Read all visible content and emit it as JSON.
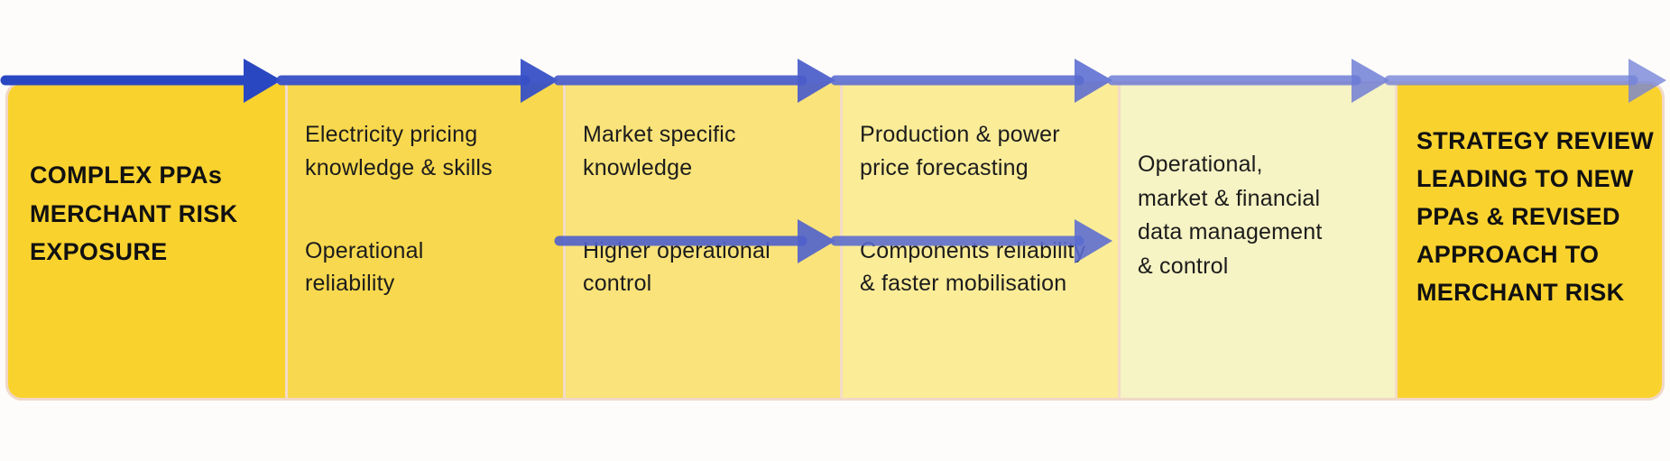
{
  "colors": {
    "arrow_dark": "#2a47c2",
    "arrow_mid": "#4f60cc",
    "arrow_light": "#7383d8",
    "panel_1": "#fad22e",
    "panel_2": "#f8d84e",
    "panel_3": "#fae37a",
    "panel_4": "#fbec98",
    "panel_5": "#f6f3c4",
    "panel_6": "#fad22e"
  },
  "stage1": {
    "line1": "COMPLEX PPAs",
    "line2a": "MERCHANT RISK",
    "line2b": "EXPOSURE"
  },
  "stage2": {
    "item1_l1": "Electricity pricing",
    "item1_l2": "knowledge & skills",
    "item2_l1": "Operational",
    "item2_l2": "reliability"
  },
  "stage3": {
    "item1_l1": "Market specific",
    "item1_l2": "knowledge",
    "item2_l1": "Higher operational",
    "item2_l2": "control"
  },
  "stage4": {
    "item1_l1": "Production & power",
    "item1_l2": "price forecasting",
    "item2_l1": "Components reliability",
    "item2_l2": "& faster mobilisation"
  },
  "stage5": {
    "l1": "Operational,",
    "l2": "market & financial",
    "l3": "data management",
    "l4": "& control"
  },
  "stage6": {
    "l1": "STRATEGY REVIEW",
    "l2": "LEADING TO NEW",
    "l3": "PPAs & REVISED",
    "l4": "APPROACH TO",
    "l5": "MERCHANT RISK"
  }
}
